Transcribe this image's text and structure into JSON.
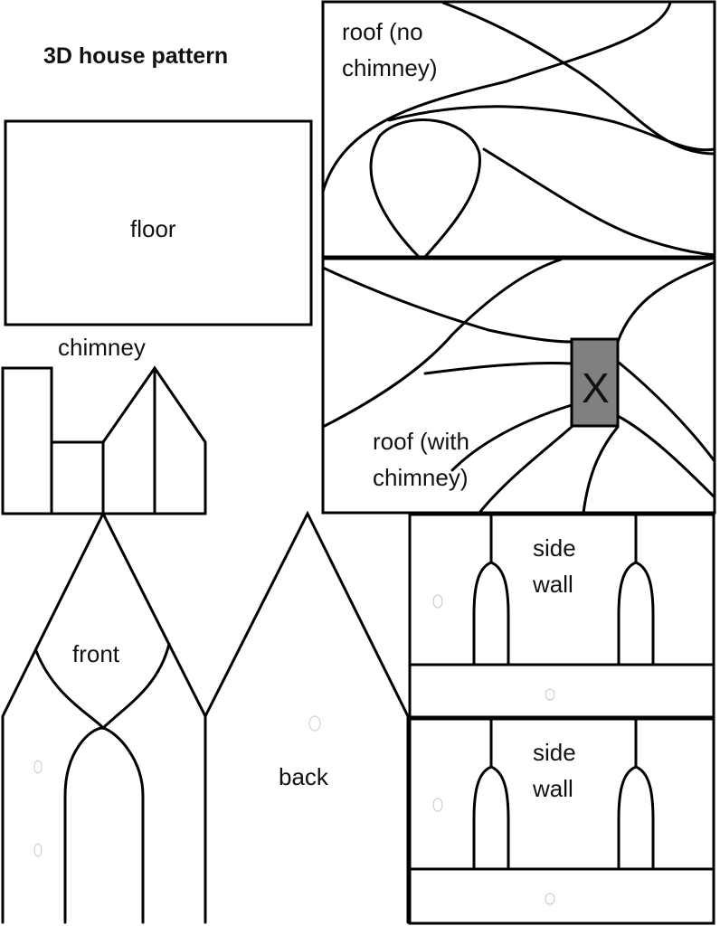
{
  "title": "3D house pattern",
  "pieces": {
    "floor": "floor",
    "chimney": "chimney",
    "roof_no_chimney": [
      "roof (no",
      "chimney)"
    ],
    "roof_with_chimney": [
      "roof (with",
      "chimney)"
    ],
    "chimney_hole_mark": "X",
    "front": "front",
    "back": "back",
    "side_wall_1": [
      "side",
      "wall"
    ],
    "side_wall_2": [
      "side",
      "wall"
    ]
  },
  "colors": {
    "line": "#000000",
    "chimney_hole": "#808080",
    "paper": "#ffffff"
  }
}
